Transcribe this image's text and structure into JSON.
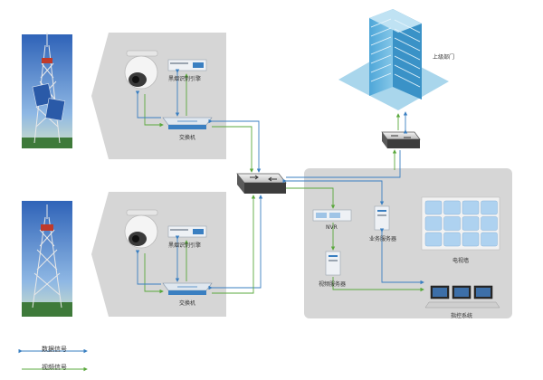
{
  "labels": {
    "upper_dept": "上级部门",
    "engine": "黑烟识别引擎",
    "switch": "交换机",
    "nvr": "NVR",
    "business_server": "业务服务器",
    "video_wall": "电视墙",
    "video_server": "视频服务器",
    "control_system": "指控系统"
  },
  "legend": {
    "data_signal": "数据信号",
    "video_signal": "视频信号"
  },
  "colors": {
    "data_line": "#3a7fc1",
    "video_line": "#5aa83c",
    "panel_bg": "#d6d6d6",
    "tower_sky": "#4a7fc8",
    "building": "#6fb6dd",
    "building_shadow": "#a9d6ec",
    "monitor": "#aed2f0"
  }
}
